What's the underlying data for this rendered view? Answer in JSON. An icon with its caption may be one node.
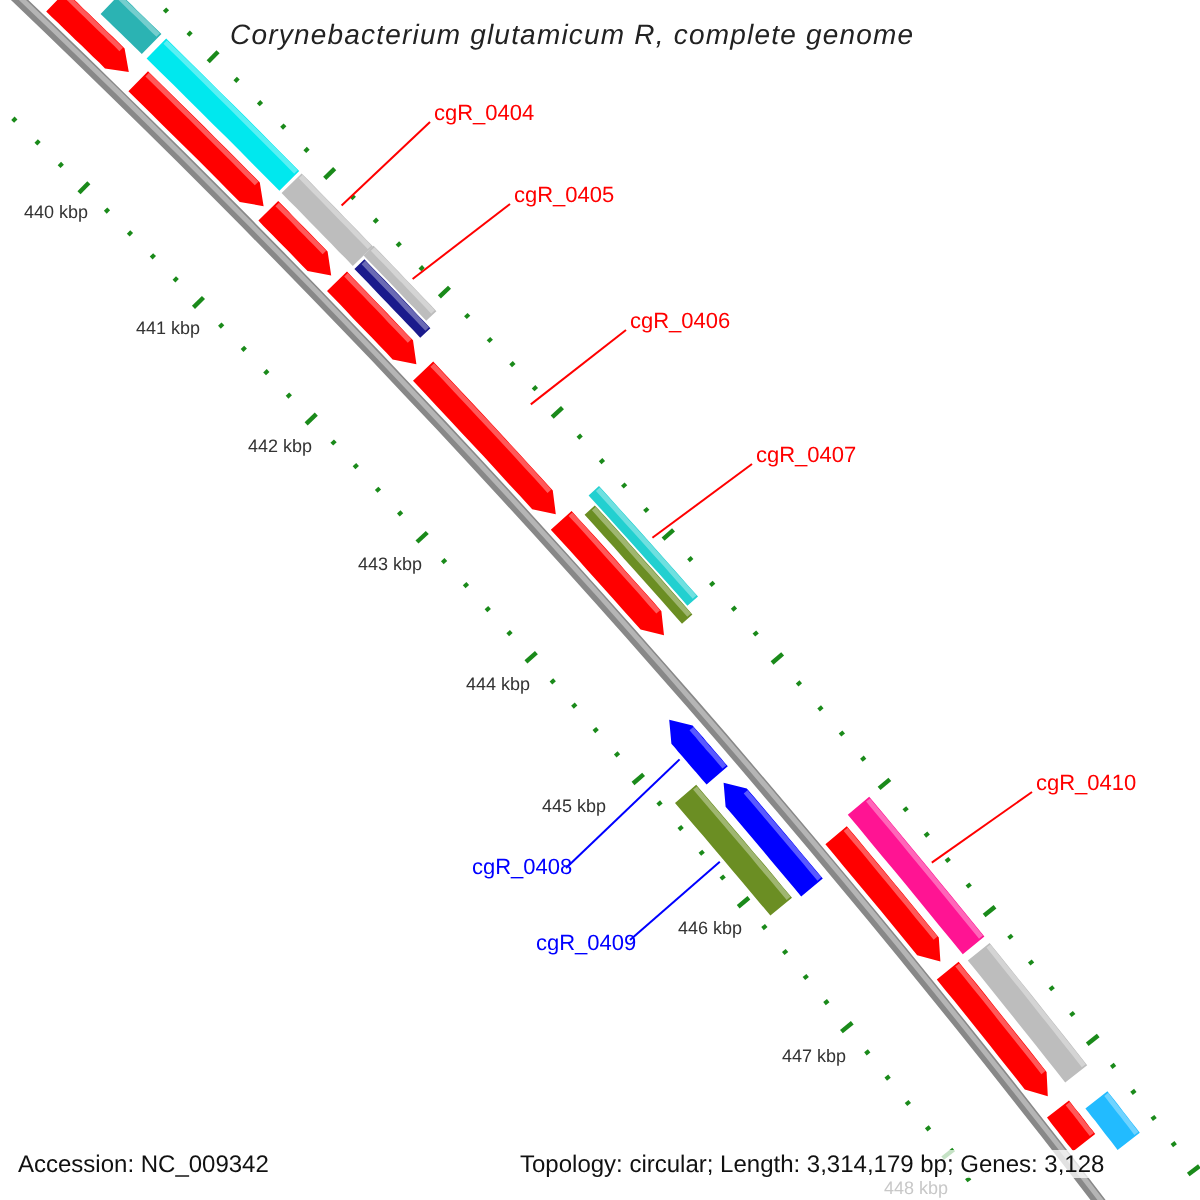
{
  "diagram": {
    "title": "Corynebacterium glutamicum R, complete genome",
    "nodes": [
      {
        "text": [
          "cgR_0404"
        ]
      },
      {
        "text": [
          "cgR_0405"
        ]
      },
      {
        "text": [
          "cgR_0406"
        ]
      },
      {
        "text": [
          "cgR_0407"
        ]
      },
      {
        "text": [
          "cgR_0408"
        ]
      },
      {
        "text": [
          "cgR_0409"
        ]
      },
      {
        "text": [
          "cgR_0410"
        ]
      },
      {
        "text": [],
        "shape": "bar"
      },
      {
        "text": [],
        "shape": "bar"
      },
      {
        "text": [],
        "shape": "bar"
      },
      {
        "text": [],
        "shape": "bar"
      },
      {
        "text": [],
        "shape": "bar"
      },
      {
        "text": [],
        "shape": "bar"
      },
      {
        "text": [],
        "shape": "bar"
      },
      {
        "text": [],
        "shape": "bar"
      },
      {
        "text": [],
        "shape": "bar"
      },
      {
        "text": [],
        "shape": "bar"
      },
      {
        "text": [],
        "shape": "bar"
      },
      {
        "text": [],
        "shape": "bar"
      },
      {
        "text": [],
        "shape": "bar"
      },
      {
        "text": [],
        "shape": "bar"
      },
      {
        "text": [],
        "shape": "bar"
      },
      {
        "text": [],
        "shape": "bar"
      },
      {
        "text": [],
        "shape": "bar"
      },
      {
        "text": [],
        "shape": "bar"
      },
      {
        "text": [],
        "shape": "bar"
      },
      {
        "text": [],
        "shape": "bar"
      },
      {
        "text": [],
        "shape": "bar"
      },
      {
        "text": [],
        "shape": "bar"
      }
    ],
    "edges": [
      {
        "from": 0,
        "to": 11,
        "arrow": "none"
      },
      {
        "from": 1,
        "to": 15,
        "arrow": "none"
      },
      {
        "from": 2,
        "to": 16,
        "arrow": "none"
      },
      {
        "from": 3,
        "to": 17,
        "arrow": "none"
      },
      {
        "from": 4,
        "to": 20,
        "arrow": "none",
        "color": "#0000ff"
      },
      {
        "from": 5,
        "to": 21,
        "arrow": "none",
        "color": "#0000ff"
      },
      {
        "from": 6,
        "to": 23,
        "arrow": "none"
      }
    ],
    "labels": [
      "440 kbp",
      "441 kbp",
      "442 kbp",
      "443 kbp",
      "444 kbp",
      "445 kbp",
      "446 kbp",
      "447 kbp",
      "448 kbp",
      "Accession: NC_009342",
      "Topology: circular; Length: 3,314,179 bp; Genes: 3,128"
    ]
  }
}
